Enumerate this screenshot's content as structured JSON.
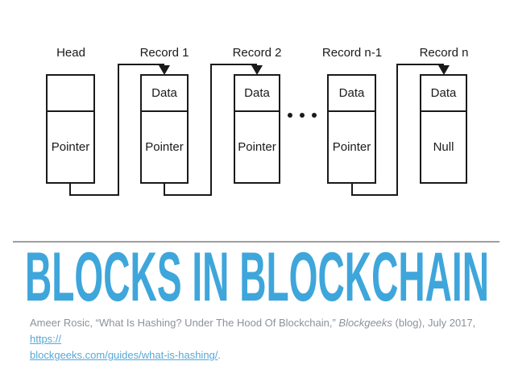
{
  "slide": {
    "title": "BLOCKS IN BLOCKCHAIN"
  },
  "diagram": {
    "nodes": [
      {
        "label": "Head",
        "top": "",
        "bottom": "Pointer"
      },
      {
        "label": "Record 1",
        "top": "Data",
        "bottom": "Pointer"
      },
      {
        "label": "Record 2",
        "top": "Data",
        "bottom": "Pointer"
      },
      {
        "label": "Record n-1",
        "top": "Data",
        "bottom": "Pointer"
      },
      {
        "label": "Record n",
        "top": "Data",
        "bottom": "Null"
      }
    ],
    "ellipsis": "continuation-dots"
  },
  "citation": {
    "part1": "Ameer Rosic, “What Is Hashing? Under The Hood Of Blockchain,” ",
    "source": "Blockgeeks",
    "part2": " (blog), July 2017, ",
    "link_line1": "https://",
    "link_line2": "blockgeeks.com/guides/what-is-hashing/",
    "suffix": "."
  },
  "colors": {
    "diagram_ink": "#1a1a1a",
    "title_blue": "#3ea6db",
    "link_blue": "#55a8d9",
    "citation_gray": "#8c9299",
    "divider_gray": "#9e9e9e"
  }
}
